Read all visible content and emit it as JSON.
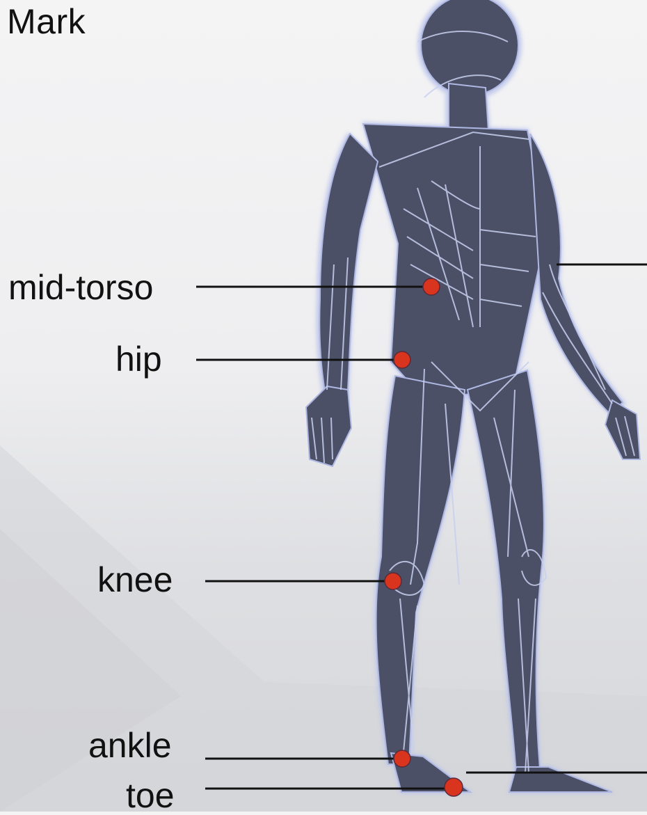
{
  "header": {
    "title": "Mark"
  },
  "markers": [
    {
      "id": "mid-torso",
      "label": "mid-torso"
    },
    {
      "id": "hip",
      "label": "hip"
    },
    {
      "id": "knee",
      "label": "knee"
    },
    {
      "id": "ankle",
      "label": "ankle"
    },
    {
      "id": "toe",
      "label": "toe"
    }
  ],
  "colors": {
    "body": "#4b5066",
    "outline": "#b9c2ea",
    "marker": "#d9341e",
    "line": "#111111"
  }
}
